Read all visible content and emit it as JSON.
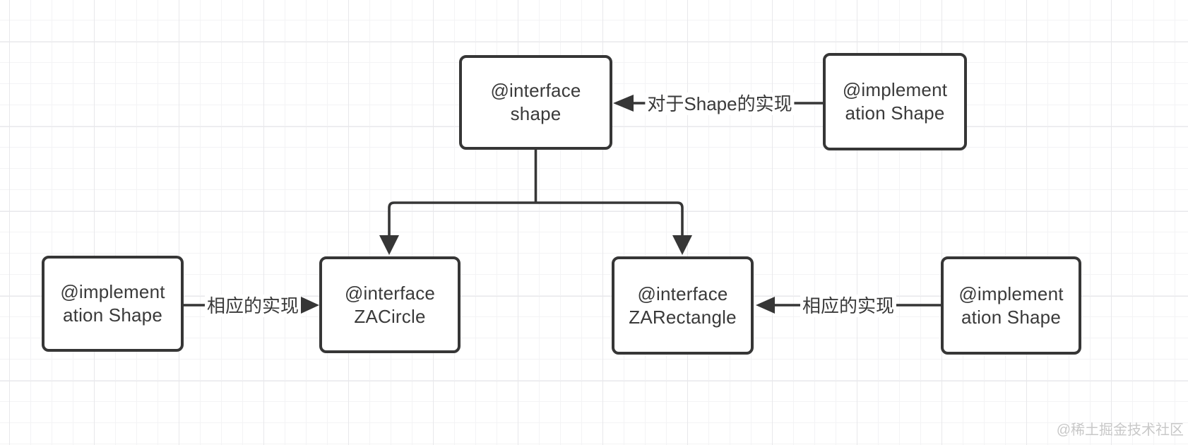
{
  "diagram": {
    "nodes": {
      "shape": {
        "line1": "@interface",
        "line2": "shape"
      },
      "implTop": {
        "line1": "@implement",
        "line2": "ation Shape"
      },
      "implLeft": {
        "line1": "@implement",
        "line2": "ation Shape"
      },
      "zacircle": {
        "line1": "@interface",
        "line2": "ZACircle"
      },
      "zarect": {
        "line1": "@interface",
        "line2": "ZARectangle"
      },
      "implRight": {
        "line1": "@implement",
        "line2": "ation Shape"
      }
    },
    "edges": {
      "top_label": "对于Shape的实现",
      "left_label": "相应的实现",
      "right_label": "相应的实现"
    }
  },
  "watermark": "@稀土掘金技术社区",
  "colors": {
    "stroke": "#363636",
    "text": "#3a3a3a",
    "box_fill": "#ffffff",
    "grid_minor": "#f3f3f5",
    "grid_major": "#e8e8eb",
    "watermark": "#c8c8c8"
  }
}
